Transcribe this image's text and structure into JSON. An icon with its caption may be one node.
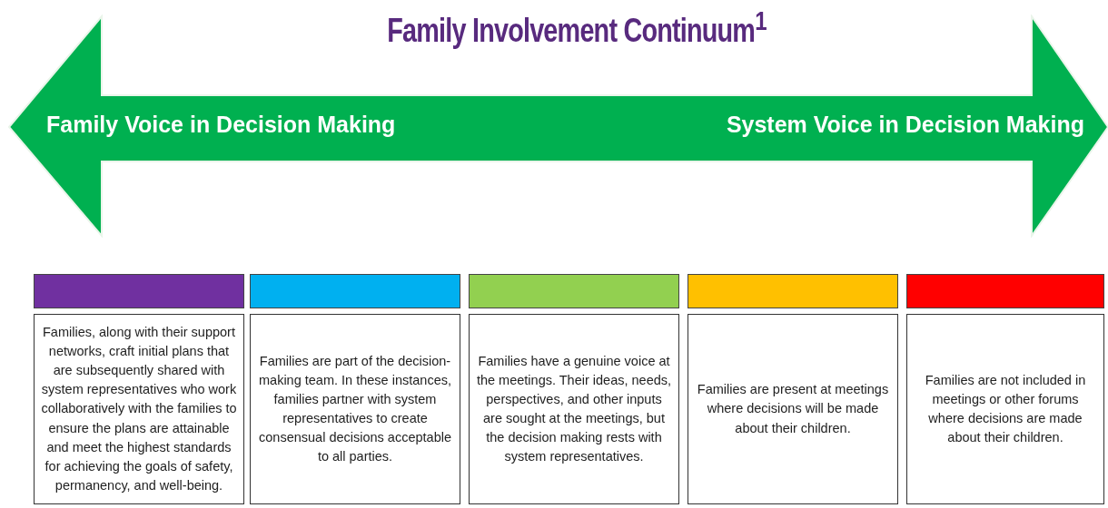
{
  "diagram": {
    "title": "Family Involvement Continuum$^{1}$",
    "nodes": [
      {
        "text": [
          "Family Voice in Decision Making",
          "System Voice in Decision Making"
        ]
      },
      {
        "text": [],
        "shape": "bar"
      },
      {
        "text": [],
        "shape": "bar"
      },
      {
        "text": [],
        "shape": "bar"
      },
      {
        "text": [],
        "shape": "bar"
      },
      {
        "text": [],
        "shape": "bar"
      },
      {
        "text": [
          "Families, along with their support networks, craft initial plans that are subsequently shared with system representatives who work collaboratively with the families to ensure the plans are attainable and meet the highest standards for achieving the goals of safety, permanency, and well-being."
        ]
      },
      {
        "text": [
          "Families are part of the decision-making team. In these instances, families partner with system representatives to create consensual decisions acceptable to all parties."
        ]
      },
      {
        "text": [
          "Families have a genuine voice at the meetings. Their ideas, needs, perspectives, and other inputs are sought at the meetings, but the decision making rests with system representatives."
        ]
      },
      {
        "text": [
          "Families are present at meetings where decisions will be made about their children."
        ]
      },
      {
        "text": [
          "Families are not included in meetings or other forums where decisions are made about their children."
        ]
      }
    ],
    "edges": []
  }
}
